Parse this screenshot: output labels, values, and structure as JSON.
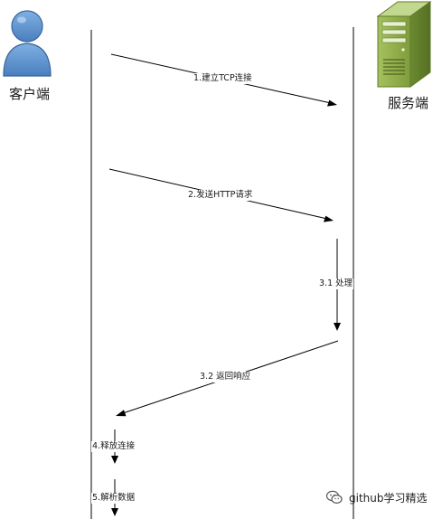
{
  "actors": {
    "client": {
      "label": "客户端",
      "icon": "person-icon"
    },
    "server": {
      "label": "服务端",
      "icon": "server-icon"
    }
  },
  "messages": [
    {
      "label": "1.建立TCP连接",
      "direction": "client-to-server"
    },
    {
      "label": "2.发送HTTP请求",
      "direction": "client-to-server"
    },
    {
      "label": "3.1 处理",
      "direction": "server-self"
    },
    {
      "label": "3.2 返回响应",
      "direction": "server-to-client"
    },
    {
      "label": "4.释放连接",
      "direction": "client-self"
    },
    {
      "label": "5.解析数据",
      "direction": "client-self"
    }
  ],
  "watermark": {
    "text": "github学习精选",
    "icon": "wechat-icon"
  },
  "colors": {
    "line": "#000000",
    "person_fill": "#5b8ec9",
    "person_stroke": "#3a6499",
    "server_fill": "#8aa84a",
    "server_dark": "#5e7a2a"
  }
}
